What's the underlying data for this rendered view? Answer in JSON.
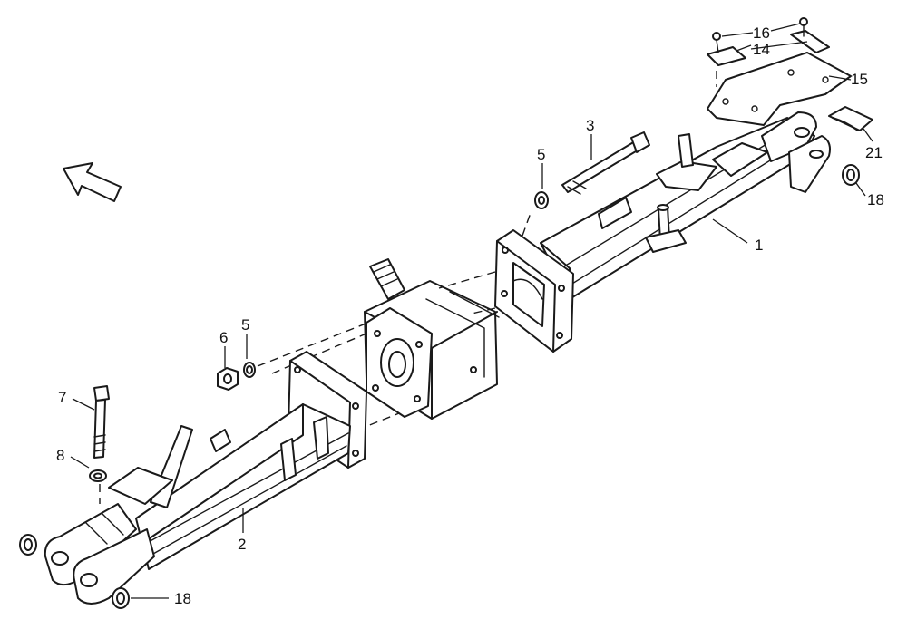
{
  "callouts": {
    "c1": "1",
    "c2": "2",
    "c3": "3",
    "c5a": "5",
    "c5b": "5",
    "c6": "6",
    "c7": "7",
    "c8": "8",
    "c14": "14",
    "c15": "15",
    "c16": "16",
    "c18a": "18",
    "c18b": "18",
    "c21": "21"
  },
  "icons": {
    "direction": "arrow-up-left-icon"
  },
  "colors": {
    "line": "#1a1a1a",
    "background": "#ffffff"
  }
}
